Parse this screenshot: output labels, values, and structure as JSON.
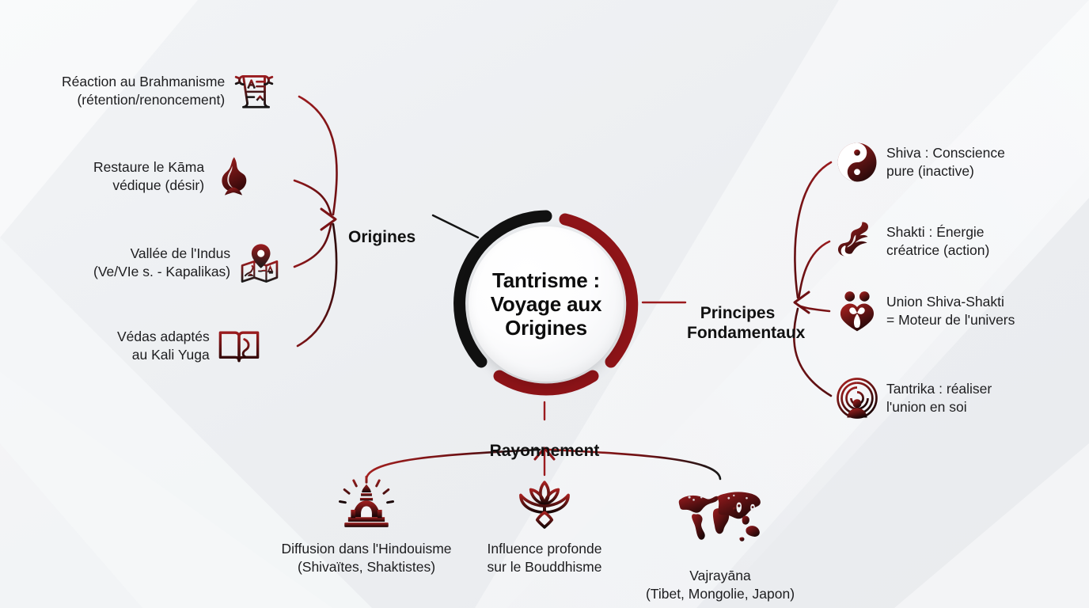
{
  "center": {
    "title": "Tantrisme :\nVoyage aux\nOrigines",
    "ring_black": "#111111",
    "ring_red": "#8e1418"
  },
  "colors": {
    "red": "#9b1b1e",
    "dark_red": "#6e1013",
    "black": "#141414",
    "text": "#1d1d1f",
    "background": "#eef0f3"
  },
  "branches": [
    {
      "label": "Origines",
      "name": "branch-origines"
    },
    {
      "label": "Principes\nFondamentaux",
      "name": "branch-principes-fondamentaux"
    },
    {
      "label": "Rayonnement",
      "name": "branch-rayonnement"
    }
  ],
  "origines_items": [
    {
      "text": "Réaction au Brahmanisme\n(rétention/renoncement)",
      "icon": "scroll-icon"
    },
    {
      "text": "Restaure le Kāma\nvédique (désir)",
      "icon": "flame-icon"
    },
    {
      "text": "Vallée de l'Indus\n(Ve/VIe s. - Kapalikas)",
      "icon": "map-pin-icon"
    },
    {
      "text": "Védas adaptés\nau Kali Yuga",
      "icon": "open-book-icon"
    }
  ],
  "principes_items": [
    {
      "text": "Shiva : Conscience\npure (inactive)",
      "icon": "yin-yang-icon"
    },
    {
      "text": "Shakti : Énergie\ncréatrice (action)",
      "icon": "flowing-figure-icon"
    },
    {
      "text": "Union Shiva-Shakti\n= Moteur de l'univers",
      "icon": "couple-heart-icon"
    },
    {
      "text": "Tantrika : réaliser\nl'union en soi",
      "icon": "labyrinth-person-icon"
    }
  ],
  "rayonnement_items": [
    {
      "text": "Diffusion dans l'Hindouisme\n(Shivaïtes, Shaktistes)",
      "icon": "temple-icon"
    },
    {
      "text": "Influence profonde\nsur le Bouddhisme",
      "icon": "lotus-icon"
    },
    {
      "text": "Vajrayāna\n(Tibet, Mongolie, Japon)",
      "icon": "world-map-icon"
    }
  ]
}
